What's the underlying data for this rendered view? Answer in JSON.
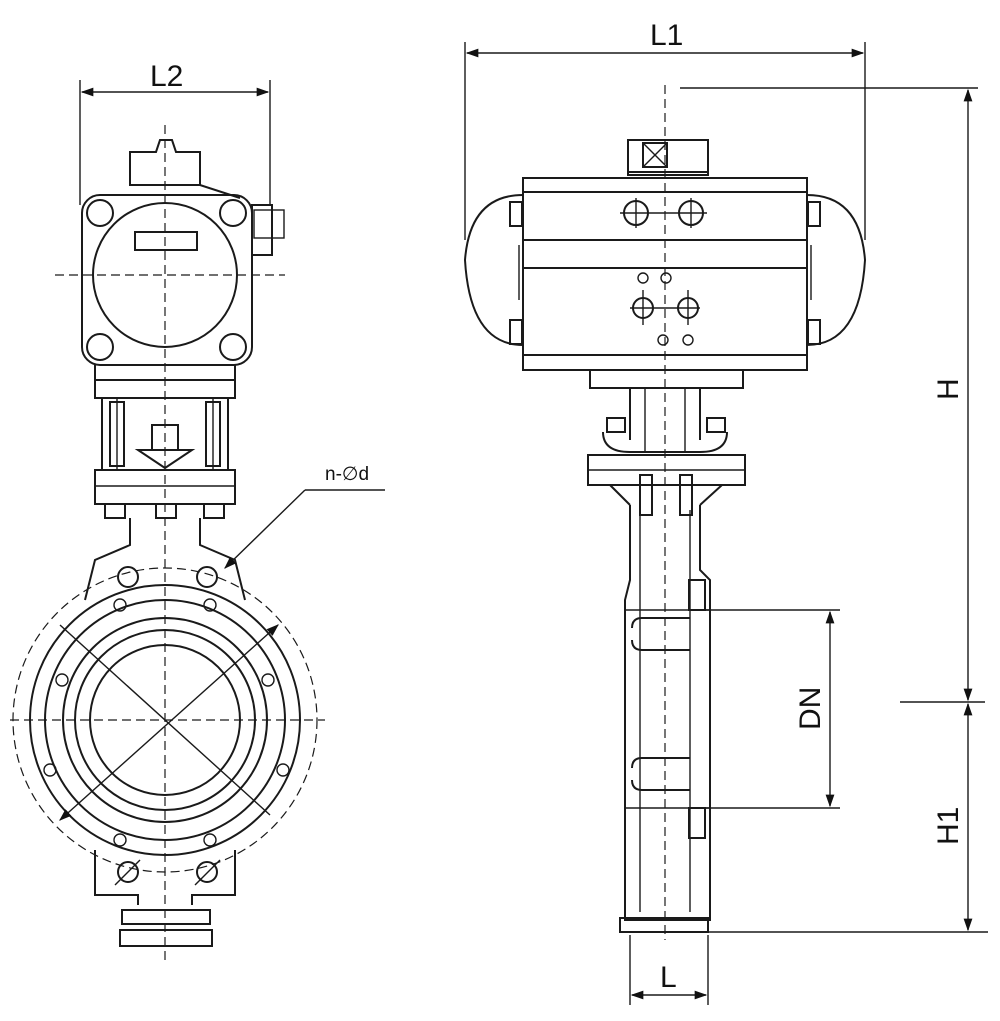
{
  "labels": {
    "L2": "L2",
    "L1": "L1",
    "H": "H",
    "H1": "H1",
    "DN": "DN",
    "L": "L",
    "bolt_holes": "n-∅d"
  }
}
